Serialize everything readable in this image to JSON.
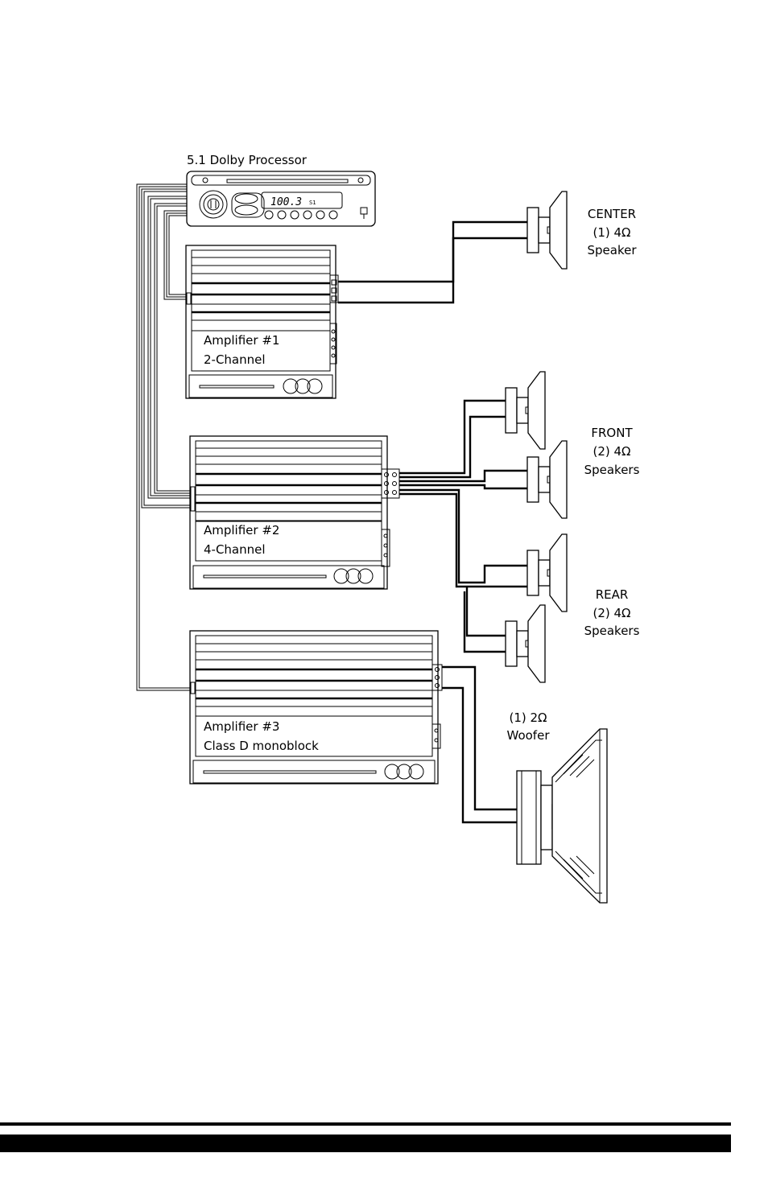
{
  "processor": {
    "label": "5.1 Dolby Processor",
    "display": "100.3",
    "display_sub": "S1"
  },
  "amplifiers": [
    {
      "name": "Amplifier #1",
      "type": "2-Channel"
    },
    {
      "name": "Amplifier #2",
      "type": "4-Channel"
    },
    {
      "name": "Amplifier #3",
      "type": "Class D monoblock"
    }
  ],
  "speakers": {
    "center": {
      "title": "CENTER",
      "spec": "(1) 4Ω",
      "kind": "Speaker"
    },
    "front": {
      "title": "FRONT",
      "spec": "(2) 4Ω",
      "kind": "Speakers"
    },
    "rear": {
      "title": "REAR",
      "spec": "(2) 4Ω",
      "kind": "Speakers"
    },
    "woofer": {
      "spec": "(1) 2Ω",
      "kind": "Woofer"
    }
  }
}
